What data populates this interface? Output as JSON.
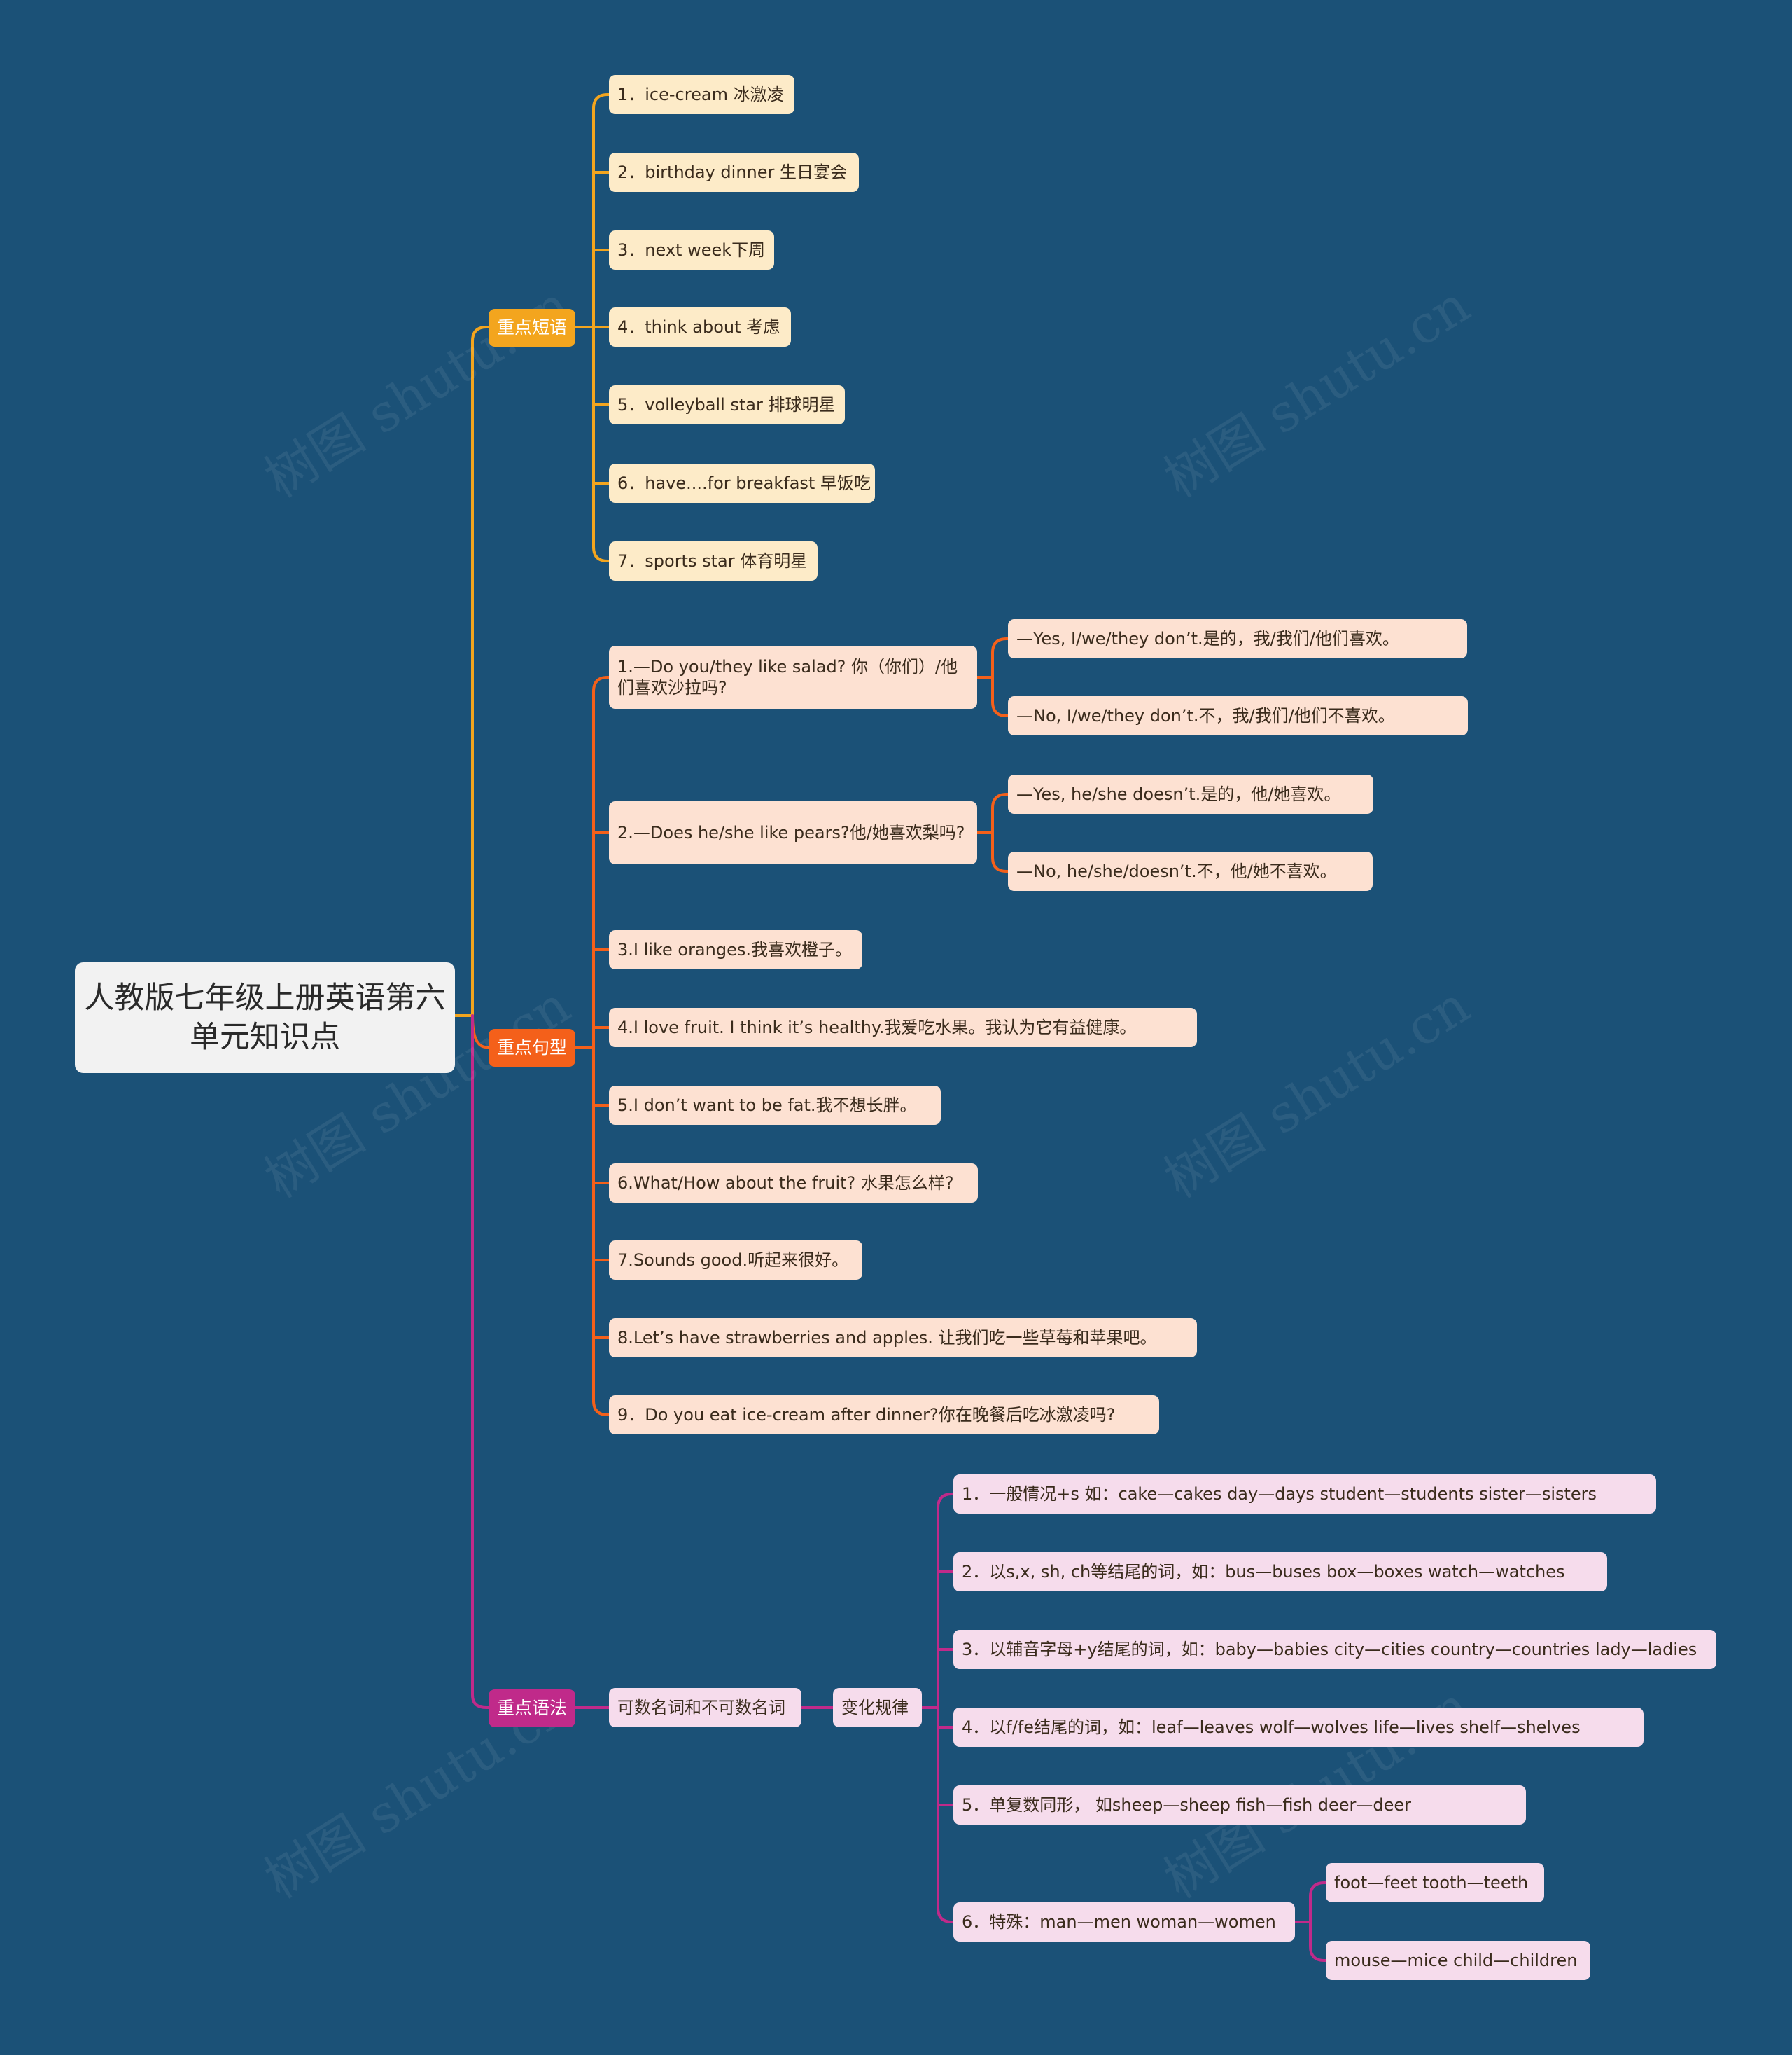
{
  "root": {
    "title": "人教版七年级上册英语第六单元知识点"
  },
  "branches": {
    "phrases": {
      "label": "重点短语",
      "items": [
        "1．ice-cream 冰激凌",
        "2．birthday dinner 生日宴会",
        "3．next week下周",
        "4．think about 考虑",
        "5．volleyball star 排球明星",
        "6．have....for breakfast 早饭吃",
        "7．sports star 体育明星"
      ]
    },
    "sentences": {
      "label": "重点句型",
      "items": [
        {
          "text": "1.—Do you/they like salad? 你（你们）/他们喜欢沙拉吗?",
          "answers": [
            "—Yes, I/we/they don’t.是的，我/我们/他们喜欢。",
            "—No, I/we/they don’t.不，我/我们/他们不喜欢。"
          ]
        },
        {
          "text": "2.—Does he/she like pears?他/她喜欢梨吗?",
          "answers": [
            "—Yes, he/she doesn’t.是的，他/她喜欢。",
            "—No, he/she/doesn’t.不，他/她不喜欢。"
          ]
        },
        {
          "text": "3.I like oranges.我喜欢橙子。"
        },
        {
          "text": "4.I love fruit. I think it’s healthy.我爱吃水果。我认为它有益健康。"
        },
        {
          "text": "5.I don’t want to be fat.我不想长胖。"
        },
        {
          "text": "6.What/How about the fruit? 水果怎么样?"
        },
        {
          "text": "7.Sounds good.听起来很好。"
        },
        {
          "text": "8.Let’s have strawberries and apples. 让我们吃一些草莓和苹果吧。"
        },
        {
          "text": "9．Do you eat ice-cream after dinner?你在晚餐后吃冰激凌吗?"
        }
      ]
    },
    "grammar": {
      "label": "重点语法",
      "sub": "可数名词和不可数名词",
      "rule": "变化规律",
      "items": [
        "1．一般情况+s 如：cake—cakes day—days student—students sister—sisters",
        "2．以s,x, sh, ch等结尾的词，如：bus—buses box—boxes watch—watches",
        "3．以辅音字母+y结尾的词，如：baby—babies city—cities country—countries lady—ladies",
        "4．以f/fe结尾的词，如：leaf—leaves wolf—wolves life—lives shelf—shelves",
        "5．单复数同形， 如sheep—sheep fish—fish deer—deer",
        "6．特殊：man—men woman—women"
      ],
      "special": [
        "foot—feet tooth—teeth",
        "mouse—mice child—children"
      ]
    }
  },
  "watermark": "树图 shutu.cn",
  "colors": {
    "background": "#1b5177",
    "phrases": "#f3a51e",
    "sentences": "#f4601a",
    "grammar": "#c02a8a"
  }
}
